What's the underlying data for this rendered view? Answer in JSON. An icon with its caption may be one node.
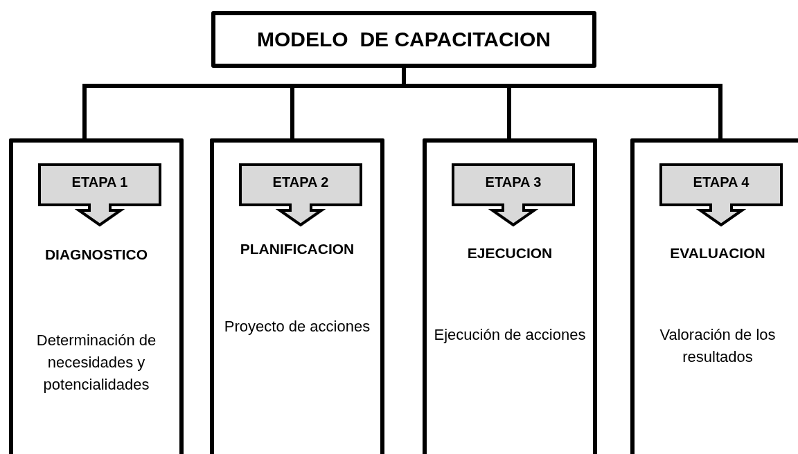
{
  "diagram": {
    "nodes": [
      {
        "text": [
          "MODELO  DE CAPACITACION"
        ]
      },
      {
        "text": [
          "DIAGNOSTICO",
          "Determinación de necesidades y potencialidades"
        ]
      },
      {
        "text": [
          "ETAPA 1"
        ],
        "in": 1
      },
      {
        "text": [
          "PLANIFICACION",
          "Proyecto de acciones"
        ]
      },
      {
        "text": [
          "ETAPA 2"
        ],
        "in": 3
      },
      {
        "text": [
          "EJECUCION",
          "Ejecución de acciones"
        ]
      },
      {
        "text": [
          "ETAPA 3"
        ],
        "in": 5
      },
      {
        "text": [
          "EVALUACION",
          "Valoración de los resultados"
        ]
      },
      {
        "text": [
          "ETAPA 4"
        ],
        "in": 7
      }
    ],
    "edges": [
      {
        "from": 0,
        "to": 1,
        "arrow": "none"
      },
      {
        "from": 0,
        "to": 3,
        "arrow": "none"
      },
      {
        "from": 0,
        "to": 5,
        "arrow": "none"
      },
      {
        "from": 0,
        "to": 7,
        "arrow": "none"
      }
    ]
  }
}
